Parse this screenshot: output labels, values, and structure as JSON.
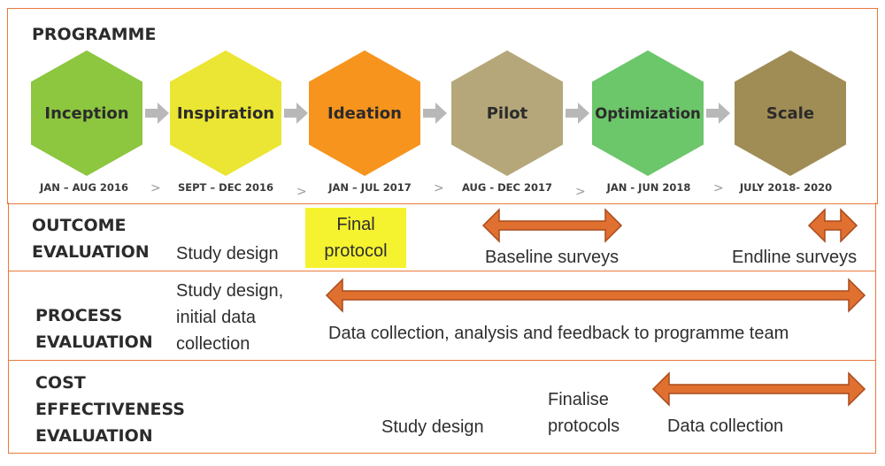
{
  "programme": {
    "title": "PROGRAMME",
    "phases": [
      {
        "name": "Inception",
        "dates": "JAN – AUG 2016",
        "color": "#8dc63f"
      },
      {
        "name": "Inspiration",
        "dates": "SEPT – DEC 2016",
        "color": "#ebe533"
      },
      {
        "name": "Ideation",
        "dates": "JAN – JUL 2017",
        "color": "#f7941d"
      },
      {
        "name": "Pilot",
        "dates": "AUG - DEC 2017",
        "color": "#b5a77a"
      },
      {
        "name": "Optimization",
        "dates": "JAN - JUN 2018",
        "color": "#6cc66a"
      },
      {
        "name": "Scale",
        "dates": "JULY 2018- 2020",
        "color": "#a08c55"
      }
    ],
    "separator": ">"
  },
  "outcome": {
    "title_line1": "OUTCOME",
    "title_line2": "EVALUATION",
    "study_design": "Study design",
    "final_protocol_line1": "Final",
    "final_protocol_line2": "protocol",
    "highlight_color": "#f5f230",
    "baseline": "Baseline surveys",
    "endline": "Endline surveys"
  },
  "process": {
    "title_line1": "PROCESS",
    "title_line2": "EVALUATION",
    "study_line1": "Study design,",
    "study_line2": "initial data",
    "study_line3": "collection",
    "data_collection": "Data collection, analysis and feedback to programme team"
  },
  "cost": {
    "title_line1": "COST",
    "title_line2": "EFFECTIVENESS",
    "title_line3": "EVALUATION",
    "study_design": "Study design",
    "finalise_line1": "Finalise",
    "finalise_line2": "protocols",
    "data_collection": "Data collection"
  },
  "colors": {
    "border": "#e87a3c",
    "arrow_fill": "#e07030",
    "arrow_stroke": "#a84a1c",
    "step_arrow": "#b8b8b8"
  }
}
